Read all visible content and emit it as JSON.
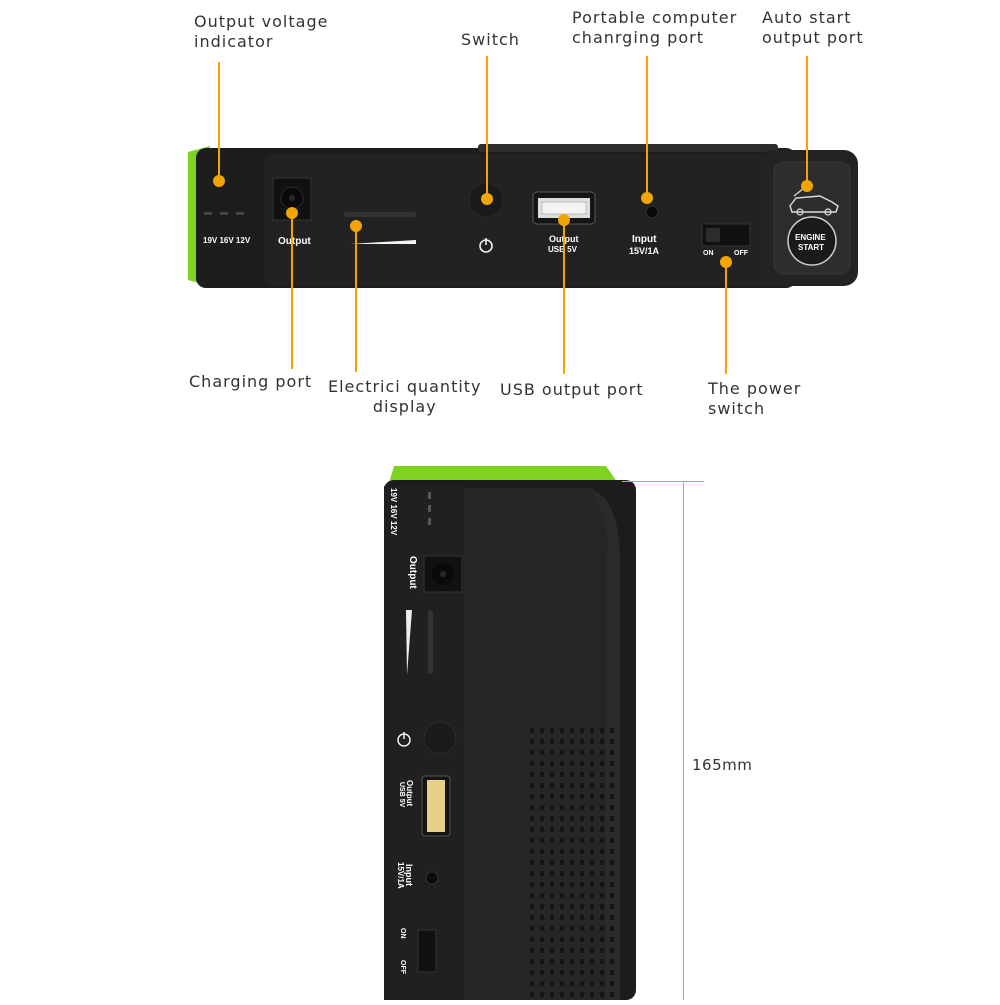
{
  "callouts": {
    "output_voltage_indicator": "Output voltage\nindicator",
    "switch": "Switch",
    "portable_computer_charging_port": "Portable computer\nchanrging port",
    "auto_start_output_port": "Auto start\noutput port",
    "charging_port": "Charging port",
    "electric_quantity_display": "Electrici quantity\ndisplay",
    "usb_output_port": "USB output port",
    "power_switch": "The power\nswitch"
  },
  "device_labels": {
    "voltages": "19V 16V 12V",
    "output": "Output",
    "usb_output": "Output",
    "usb_5v": "USB 5V",
    "input": "Input",
    "input_rating": "15V/1A",
    "on": "ON",
    "off": "OFF",
    "engine": "ENGINE",
    "start": "START"
  },
  "side_labels": {
    "voltages": "19V 16V 12V",
    "output": "Output",
    "usb_output": "Output",
    "usb_5v": "USB 5V",
    "input": "Input",
    "input_rating": "15V/1A",
    "on": "ON",
    "off": "OFF"
  },
  "dimension": "165mm",
  "colors": {
    "accent": "#f0a500",
    "green": "#7ed321",
    "body": "#1e1e1e"
  }
}
